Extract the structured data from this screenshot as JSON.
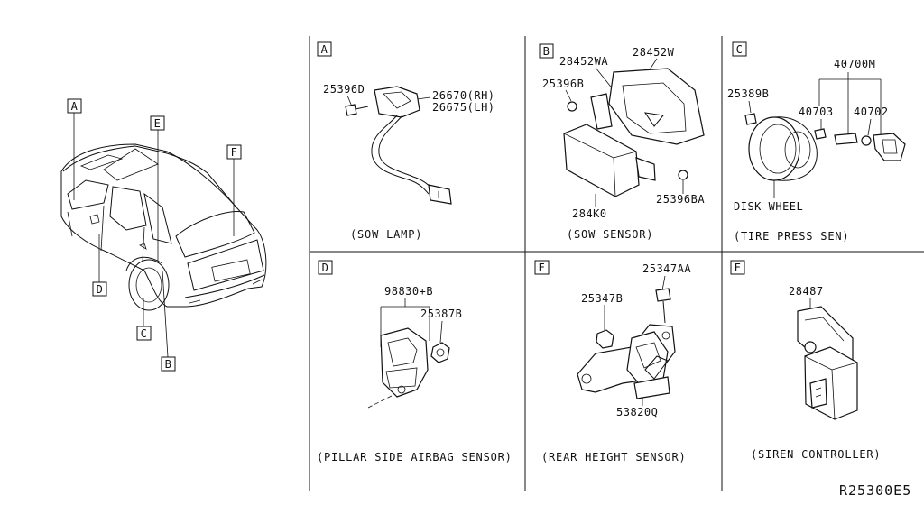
{
  "panels": {
    "A": {
      "letter": "A",
      "caption": "(SOW LAMP)",
      "parts": [
        "25396D",
        "26670(RH)",
        "26675(LH)"
      ]
    },
    "B": {
      "letter": "B",
      "caption": "(SOW SENSOR)",
      "parts": [
        "28452WA",
        "28452W",
        "25396B",
        "284K0",
        "25396BA"
      ]
    },
    "C": {
      "letter": "C",
      "caption": "(TIRE PRESS SEN)",
      "parts": [
        "40700M",
        "25389B",
        "40703",
        "40702",
        "DISK WHEEL"
      ]
    },
    "D": {
      "letter": "D",
      "caption": "(PILLAR SIDE AIRBAG SENSOR)",
      "parts": [
        "98830+B",
        "25387B"
      ]
    },
    "E": {
      "letter": "E",
      "caption": "(REAR HEIGHT SENSOR)",
      "parts": [
        "25347AA",
        "25347B",
        "53820Q"
      ]
    },
    "F": {
      "letter": "F",
      "caption": "(SIREN CONTROLLER)",
      "parts": [
        "28487"
      ]
    }
  },
  "vehicle_callouts": [
    "A",
    "E",
    "F",
    "D",
    "C",
    "B"
  ],
  "diagram_ref": "R25300E5"
}
